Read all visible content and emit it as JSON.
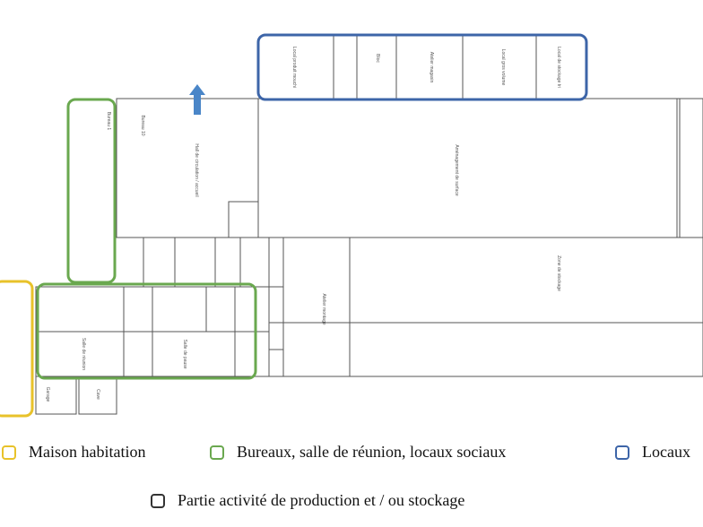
{
  "colors": {
    "habitation": "#e8c22a",
    "bureaux": "#6aa84f",
    "locaux": "#3d65a8",
    "production": "#333333",
    "walls": "#555555",
    "arrow": "#4a86c8"
  },
  "legend": {
    "habitation": "Maison habitation",
    "bureaux": "Bureaux, salle de réunion, locaux sociaux",
    "locaux": "Locaux",
    "production": "Partie activité de production et / ou stockage"
  },
  "rooms": {
    "local_produit": "Local produit mouchi",
    "bloc": "Bloc",
    "atelier_magasin": "Atelier magasin",
    "local_gros": "Local gros volume",
    "local_tri": "Local de stockage tri",
    "bureau_top": "Bureau 10",
    "hall": "Hall de circulation / accueil",
    "amenagement": "Aménagement de surface",
    "zone_stockage": "Zone de stockage",
    "atelier": "Atelier montage",
    "reunion": "Salle de réunion",
    "salle_pause": "Salle de pause",
    "bureau_gauche": "Bureau 1",
    "garage": "Garage",
    "cave": "Cave"
  }
}
